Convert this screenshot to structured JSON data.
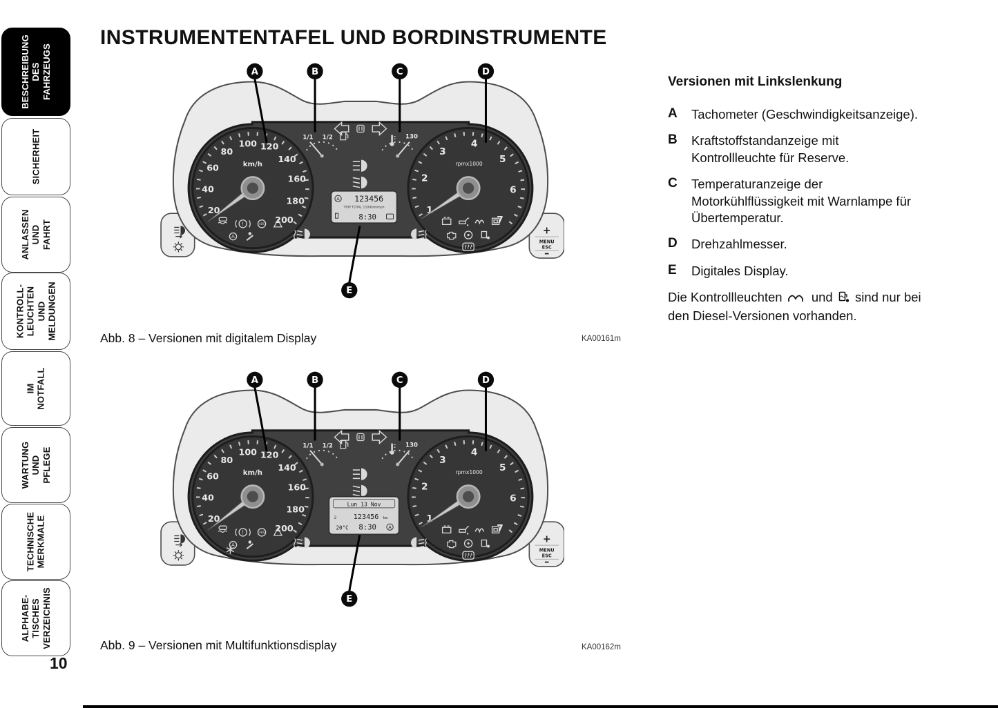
{
  "page": {
    "title": "INSTRUMENTENTAFEL UND BORDINSTRUMENTE",
    "number": "10"
  },
  "sidebar": [
    {
      "label": "BESCHREIBUNG\nDES FAHRZEUGS",
      "active": true
    },
    {
      "label": "SICHERHEIT",
      "active": false
    },
    {
      "label": "ANLASSEN\nUND FAHRT",
      "active": false
    },
    {
      "label": "KONTROLL-\nLEUCHTEN UND\nMELDUNGEN",
      "active": false
    },
    {
      "label": "IM\nNOTFALL",
      "active": false
    },
    {
      "label": "WARTUNG UND\nPFLEGE",
      "active": false
    },
    {
      "label": "TECHNISCHE\nMERKMALE",
      "active": false
    },
    {
      "label": "ALPHABE-\nTISCHES\nVERZEICHNIS",
      "active": false
    }
  ],
  "callouts": [
    "A",
    "B",
    "C",
    "D",
    "E"
  ],
  "cluster": {
    "speedo": [
      "20",
      "40",
      "60",
      "80",
      "100",
      "120",
      "140",
      "160",
      "180",
      "200"
    ],
    "speedo_unit": "km/h",
    "tacho": [
      "1",
      "2",
      "3",
      "4",
      "5",
      "6",
      "7"
    ],
    "tacho_unit": "rpmx1000",
    "fuel_full": "1/1",
    "fuel_half": "1/2",
    "temp_max": "130",
    "trip_letter": "A",
    "btn_plus": "+",
    "btn_menu": "MENU",
    "btn_esc": "ESC",
    "btn_minus": "–"
  },
  "figures": [
    {
      "caption": "Abb. 8 – Versionen mit digitalem Display",
      "code": "KA00161m",
      "display": {
        "line1": "123456",
        "line2": "TRIP TOTAL 1100km/mph",
        "line3": "8:30"
      }
    },
    {
      "caption": "Abb. 9 – Versionen mit Multifunktionsdisplay",
      "code": "KA00162m",
      "display": {
        "line1": "Lun 13 Nov",
        "line2": "123456",
        "line2_unit": "km",
        "line3_left": "20°C",
        "line3": "8:30"
      }
    }
  ],
  "right_column": {
    "heading": "Versionen mit Linkslenkung",
    "items": [
      {
        "key": "A",
        "text": "Tachometer (Geschwindigkeitsanzeige)."
      },
      {
        "key": "B",
        "text": "Kraftstoffstandanzeige mit Kontrollleuchte für Reserve."
      },
      {
        "key": "C",
        "text": "Temperaturanzeige der Motorkühlflüssigkeit mit Warnlampe für Übertemperatur."
      },
      {
        "key": "D",
        "text": "Drehzahlmesser."
      },
      {
        "key": "E",
        "text": "Digitales Display."
      }
    ],
    "note_text1": "Die Kontrollleuchten",
    "note_and": "und",
    "note_text2": "sind nur bei den Diesel-Versionen vorhanden."
  }
}
